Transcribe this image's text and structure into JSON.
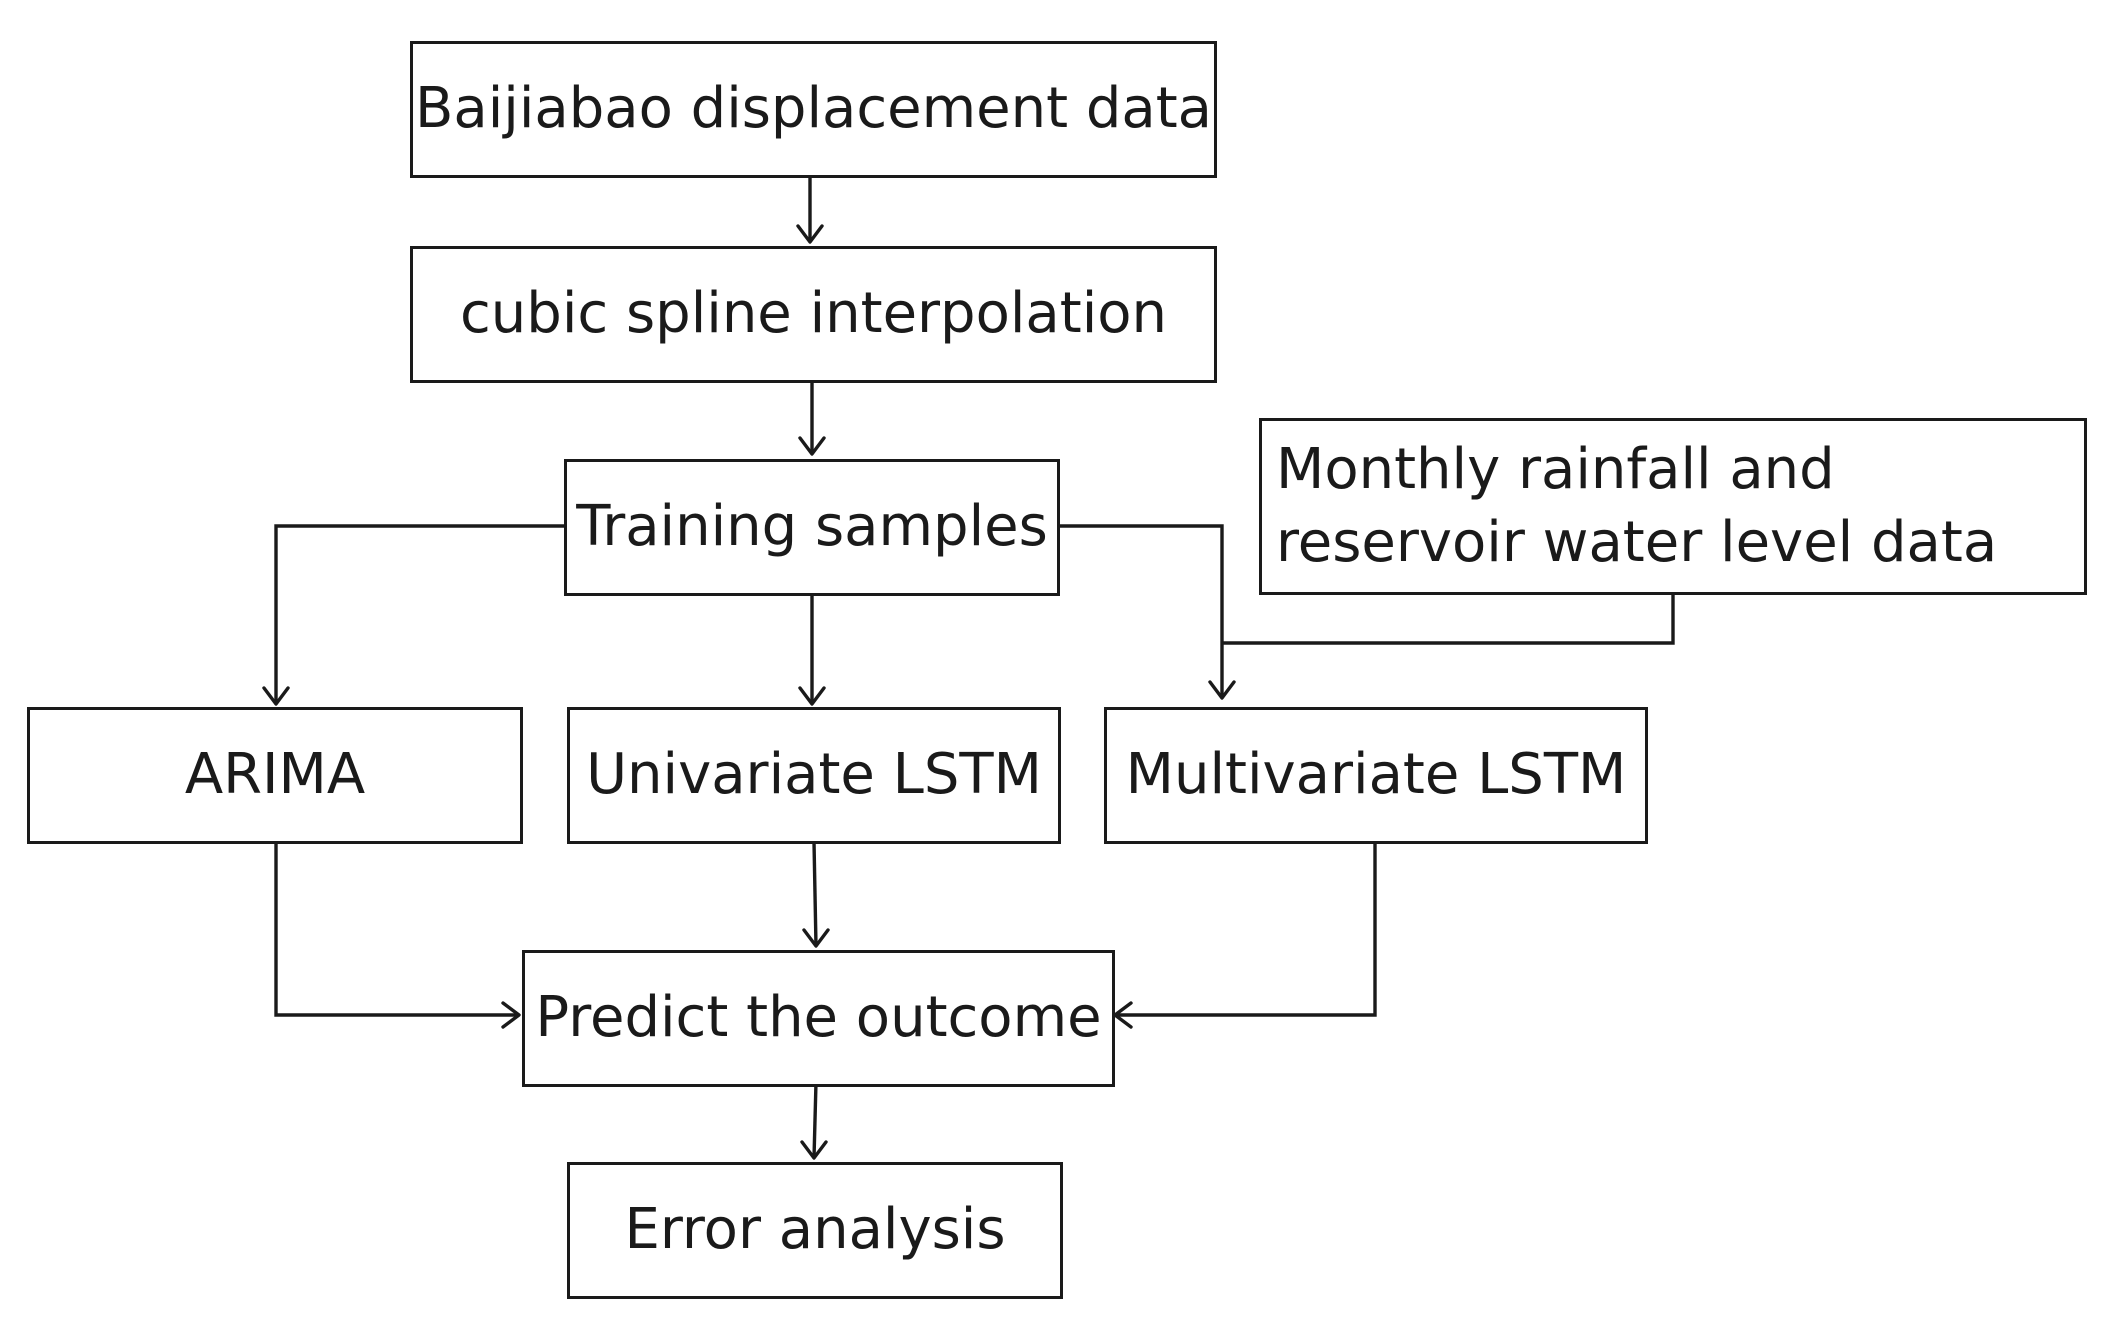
{
  "diagram": {
    "nodes": {
      "displacement_data": {
        "label": "Baijiabao displacement data"
      },
      "spline_interp": {
        "label": "cubic spline interpolation"
      },
      "training_samples": {
        "label": "Training samples"
      },
      "external_data": {
        "label": "Monthly rainfall and reservoir water level data"
      },
      "arima": {
        "label": "ARIMA"
      },
      "univariate_lstm": {
        "label": "Univariate LSTM"
      },
      "multivariate_lstm": {
        "label": "Multivariate LSTM"
      },
      "predict_outcome": {
        "label": "Predict the outcome"
      },
      "error_analysis": {
        "label": "Error analysis"
      }
    },
    "edges": [
      {
        "from": "displacement_data",
        "to": "spline_interp"
      },
      {
        "from": "spline_interp",
        "to": "training_samples"
      },
      {
        "from": "training_samples",
        "to": "arima"
      },
      {
        "from": "training_samples",
        "to": "univariate_lstm"
      },
      {
        "from": "training_samples",
        "to": "multivariate_lstm"
      },
      {
        "from": "external_data",
        "to": "multivariate_lstm"
      },
      {
        "from": "arima",
        "to": "predict_outcome"
      },
      {
        "from": "univariate_lstm",
        "to": "predict_outcome"
      },
      {
        "from": "multivariate_lstm",
        "to": "predict_outcome"
      },
      {
        "from": "predict_outcome",
        "to": "error_analysis"
      }
    ]
  }
}
